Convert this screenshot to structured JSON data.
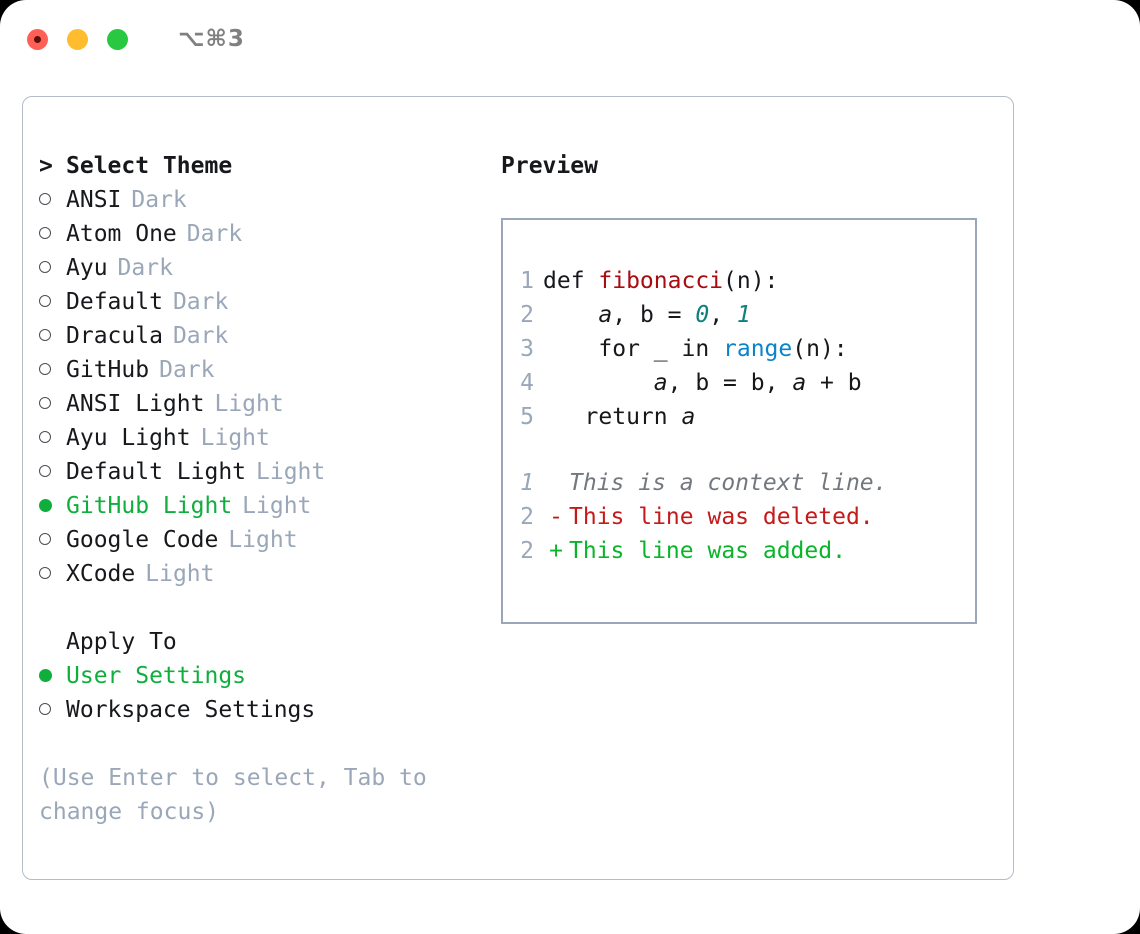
{
  "titlebar": {
    "shortcut": "⌥⌘3",
    "lights": [
      {
        "name": "close",
        "color": "#ff5f57"
      },
      {
        "name": "minimize",
        "color": "#febc2e"
      },
      {
        "name": "zoom",
        "color": "#28c840"
      }
    ]
  },
  "theme_list": {
    "heading_caret": ">",
    "heading": "Select Theme",
    "items": [
      {
        "marker": "○",
        "name": "ANSI",
        "category": "Dark",
        "selected": false
      },
      {
        "marker": "○",
        "name": "Atom One",
        "category": "Dark",
        "selected": false
      },
      {
        "marker": "○",
        "name": "Ayu",
        "category": "Dark",
        "selected": false
      },
      {
        "marker": "○",
        "name": "Default",
        "category": "Dark",
        "selected": false
      },
      {
        "marker": "○",
        "name": "Dracula",
        "category": "Dark",
        "selected": false
      },
      {
        "marker": "○",
        "name": "GitHub",
        "category": "Dark",
        "selected": false
      },
      {
        "marker": "○",
        "name": "ANSI Light",
        "category": "Light",
        "selected": false
      },
      {
        "marker": "○",
        "name": "Ayu Light",
        "category": "Light",
        "selected": false
      },
      {
        "marker": "○",
        "name": "Default Light",
        "category": "Light",
        "selected": false
      },
      {
        "marker": "●",
        "name": "GitHub Light",
        "category": "Light",
        "selected": true
      },
      {
        "marker": "○",
        "name": "Google Code",
        "category": "Light",
        "selected": false
      },
      {
        "marker": "○",
        "name": "XCode",
        "category": "Light",
        "selected": false
      }
    ]
  },
  "apply_to": {
    "label": "Apply To",
    "options": [
      {
        "marker": "●",
        "name": "User Settings",
        "selected": true
      },
      {
        "marker": "○",
        "name": "Workspace Settings",
        "selected": false
      }
    ]
  },
  "hint": "(Use Enter to select, Tab to change focus)",
  "preview": {
    "title": "Preview",
    "code_lines": [
      {
        "num": "1",
        "tokens": [
          {
            "t": "def ",
            "c": "plain"
          },
          {
            "t": "fibonacci",
            "c": "fn"
          },
          {
            "t": "(n):",
            "c": "plain"
          }
        ]
      },
      {
        "num": "2",
        "tokens": [
          {
            "t": "    ",
            "c": "plain"
          },
          {
            "t": "a",
            "c": "var"
          },
          {
            "t": ", ",
            "c": "plain"
          },
          {
            "t": "b",
            "c": "plain"
          },
          {
            "t": " = ",
            "c": "plain"
          },
          {
            "t": "0",
            "c": "num"
          },
          {
            "t": ", ",
            "c": "plain"
          },
          {
            "t": "1",
            "c": "num"
          }
        ]
      },
      {
        "num": "3",
        "tokens": [
          {
            "t": "    for _ in ",
            "c": "plain"
          },
          {
            "t": "range",
            "c": "bi"
          },
          {
            "t": "(n):",
            "c": "plain"
          }
        ]
      },
      {
        "num": "4",
        "tokens": [
          {
            "t": "        ",
            "c": "plain"
          },
          {
            "t": "a",
            "c": "var"
          },
          {
            "t": ", ",
            "c": "plain"
          },
          {
            "t": "b",
            "c": "plain"
          },
          {
            "t": " = ",
            "c": "plain"
          },
          {
            "t": "b",
            "c": "plain"
          },
          {
            "t": ", ",
            "c": "plain"
          },
          {
            "t": "a",
            "c": "var"
          },
          {
            "t": " + ",
            "c": "plain"
          },
          {
            "t": "b",
            "c": "plain"
          }
        ]
      },
      {
        "num": "5",
        "tokens": [
          {
            "t": "   return ",
            "c": "plain"
          },
          {
            "t": "a",
            "c": "var"
          }
        ]
      }
    ],
    "diff_lines": [
      {
        "num": "1",
        "sign": " ",
        "text": "This is a context line.",
        "kind": "ctx"
      },
      {
        "num": "2",
        "sign": "-",
        "text": "This line was deleted.",
        "kind": "del"
      },
      {
        "num": "2",
        "sign": "+",
        "text": "This line was added.",
        "kind": "add"
      }
    ]
  },
  "colors": {
    "accent_green": "#0fae3d",
    "muted": "#9aa7b8",
    "text": "#16181c",
    "diff_add": "#0bb52a",
    "diff_del": "#c41a1a",
    "syntax_function": "#a80c12",
    "syntax_number": "#0e7f7f",
    "syntax_builtin": "#0a84c8",
    "border": "#b4bcc8"
  }
}
